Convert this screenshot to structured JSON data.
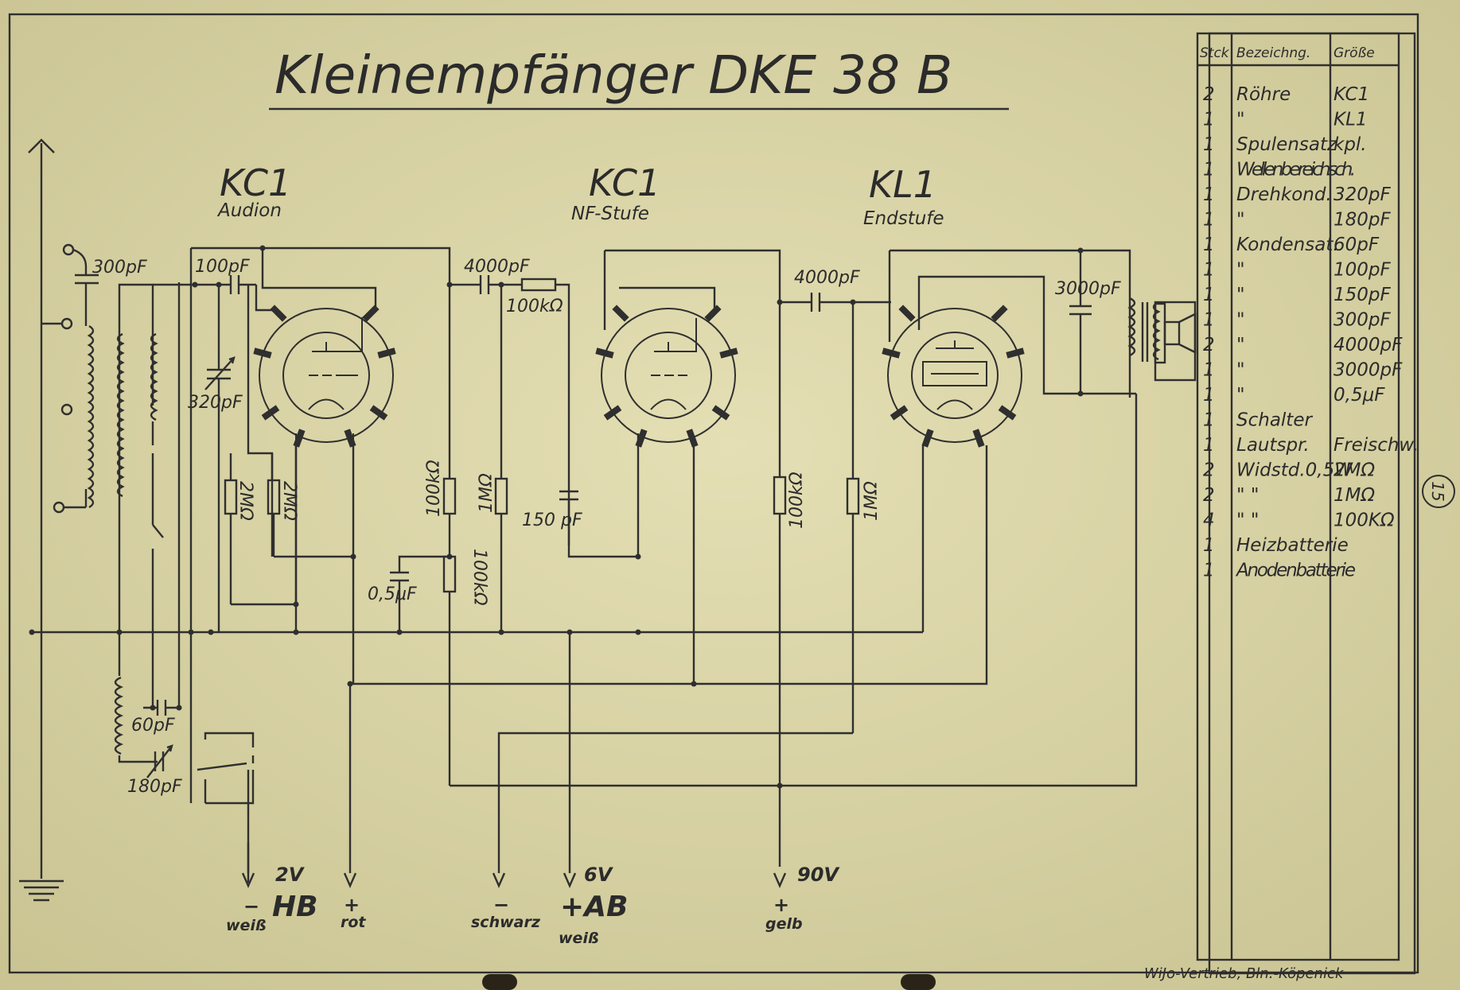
{
  "title": "Kleinempfänger DKE 38 B",
  "sheet_number": "15",
  "printer": "WiJo-Vertrieb, Bln.-Köpenick",
  "colors": {
    "paper": "#d9d3a4",
    "ink": "#2f2f2f"
  },
  "stages": [
    {
      "tube": "KC1",
      "role": "Audion"
    },
    {
      "tube": "KC1",
      "role": "NF-Stufe"
    },
    {
      "tube": "KL1",
      "role": "Endstufe"
    }
  ],
  "component_labels": {
    "c_300pf": "300pF",
    "c_100pf": "100pF",
    "c_320pf": "320pF",
    "r_2m_a": "2MΩ",
    "r_2m_b": "2MΩ",
    "c_4000pf_a": "4000pF",
    "r_100k_a": "100kΩ",
    "r_100k_b": "100kΩ",
    "r_100k_c": "100kΩ",
    "c_05uf": "0,5μF",
    "r_1m_a": "1MΩ",
    "c_150pf": "150 pF",
    "c_4000pf_b": "4000pF",
    "r_100k_d": "100kΩ",
    "r_1m_b": "1MΩ",
    "c_3000pf": "3000pF",
    "c_60pf": "60pF",
    "c_180pf": "180pF"
  },
  "terminals": {
    "hb_voltage": "2V",
    "hb_name": "HB",
    "hb_minus": "−",
    "hb_minus_color": "weiß",
    "hb_plus": "+",
    "hb_plus_color": "rot",
    "ab_voltage": "6V",
    "ab_name": "+AB",
    "ab_minus": "−",
    "ab_minus_color": "schwarz",
    "ab_plus_color": "weiß",
    "v90_voltage": "90V",
    "v90_plus": "+",
    "v90_color": "gelb"
  },
  "parts_list": {
    "headers": [
      "Stck",
      "Bezeichng.",
      "Größe"
    ],
    "rows": [
      [
        "2",
        "Röhre",
        "KC1"
      ],
      [
        "1",
        "\"",
        "KL1"
      ],
      [
        "1",
        "Spulensatz",
        "kpl."
      ],
      [
        "1",
        "Wellenbereichsch.",
        ""
      ],
      [
        "1",
        "Drehkond.",
        "320pF"
      ],
      [
        "1",
        "\"",
        "180pF"
      ],
      [
        "1",
        "Kondensat.",
        "60pF"
      ],
      [
        "1",
        "\"",
        "100pF"
      ],
      [
        "1",
        "\"",
        "150pF"
      ],
      [
        "1",
        "\"",
        "300pF"
      ],
      [
        "2",
        "\"",
        "4000pF"
      ],
      [
        "1",
        "\"",
        "3000pF"
      ],
      [
        "1",
        "\"",
        "0,5μF"
      ],
      [
        "1",
        "Schalter",
        ""
      ],
      [
        "1",
        "Lautspr.",
        "Freischw."
      ],
      [
        "2",
        "Widstd.0,5W",
        "2MΩ"
      ],
      [
        "2",
        "\"      \"",
        "1MΩ"
      ],
      [
        "4",
        "\"      \"",
        "100KΩ"
      ],
      [
        "1",
        "Heizbatterie",
        ""
      ],
      [
        "1",
        "Anodenbatterie",
        ""
      ]
    ]
  }
}
